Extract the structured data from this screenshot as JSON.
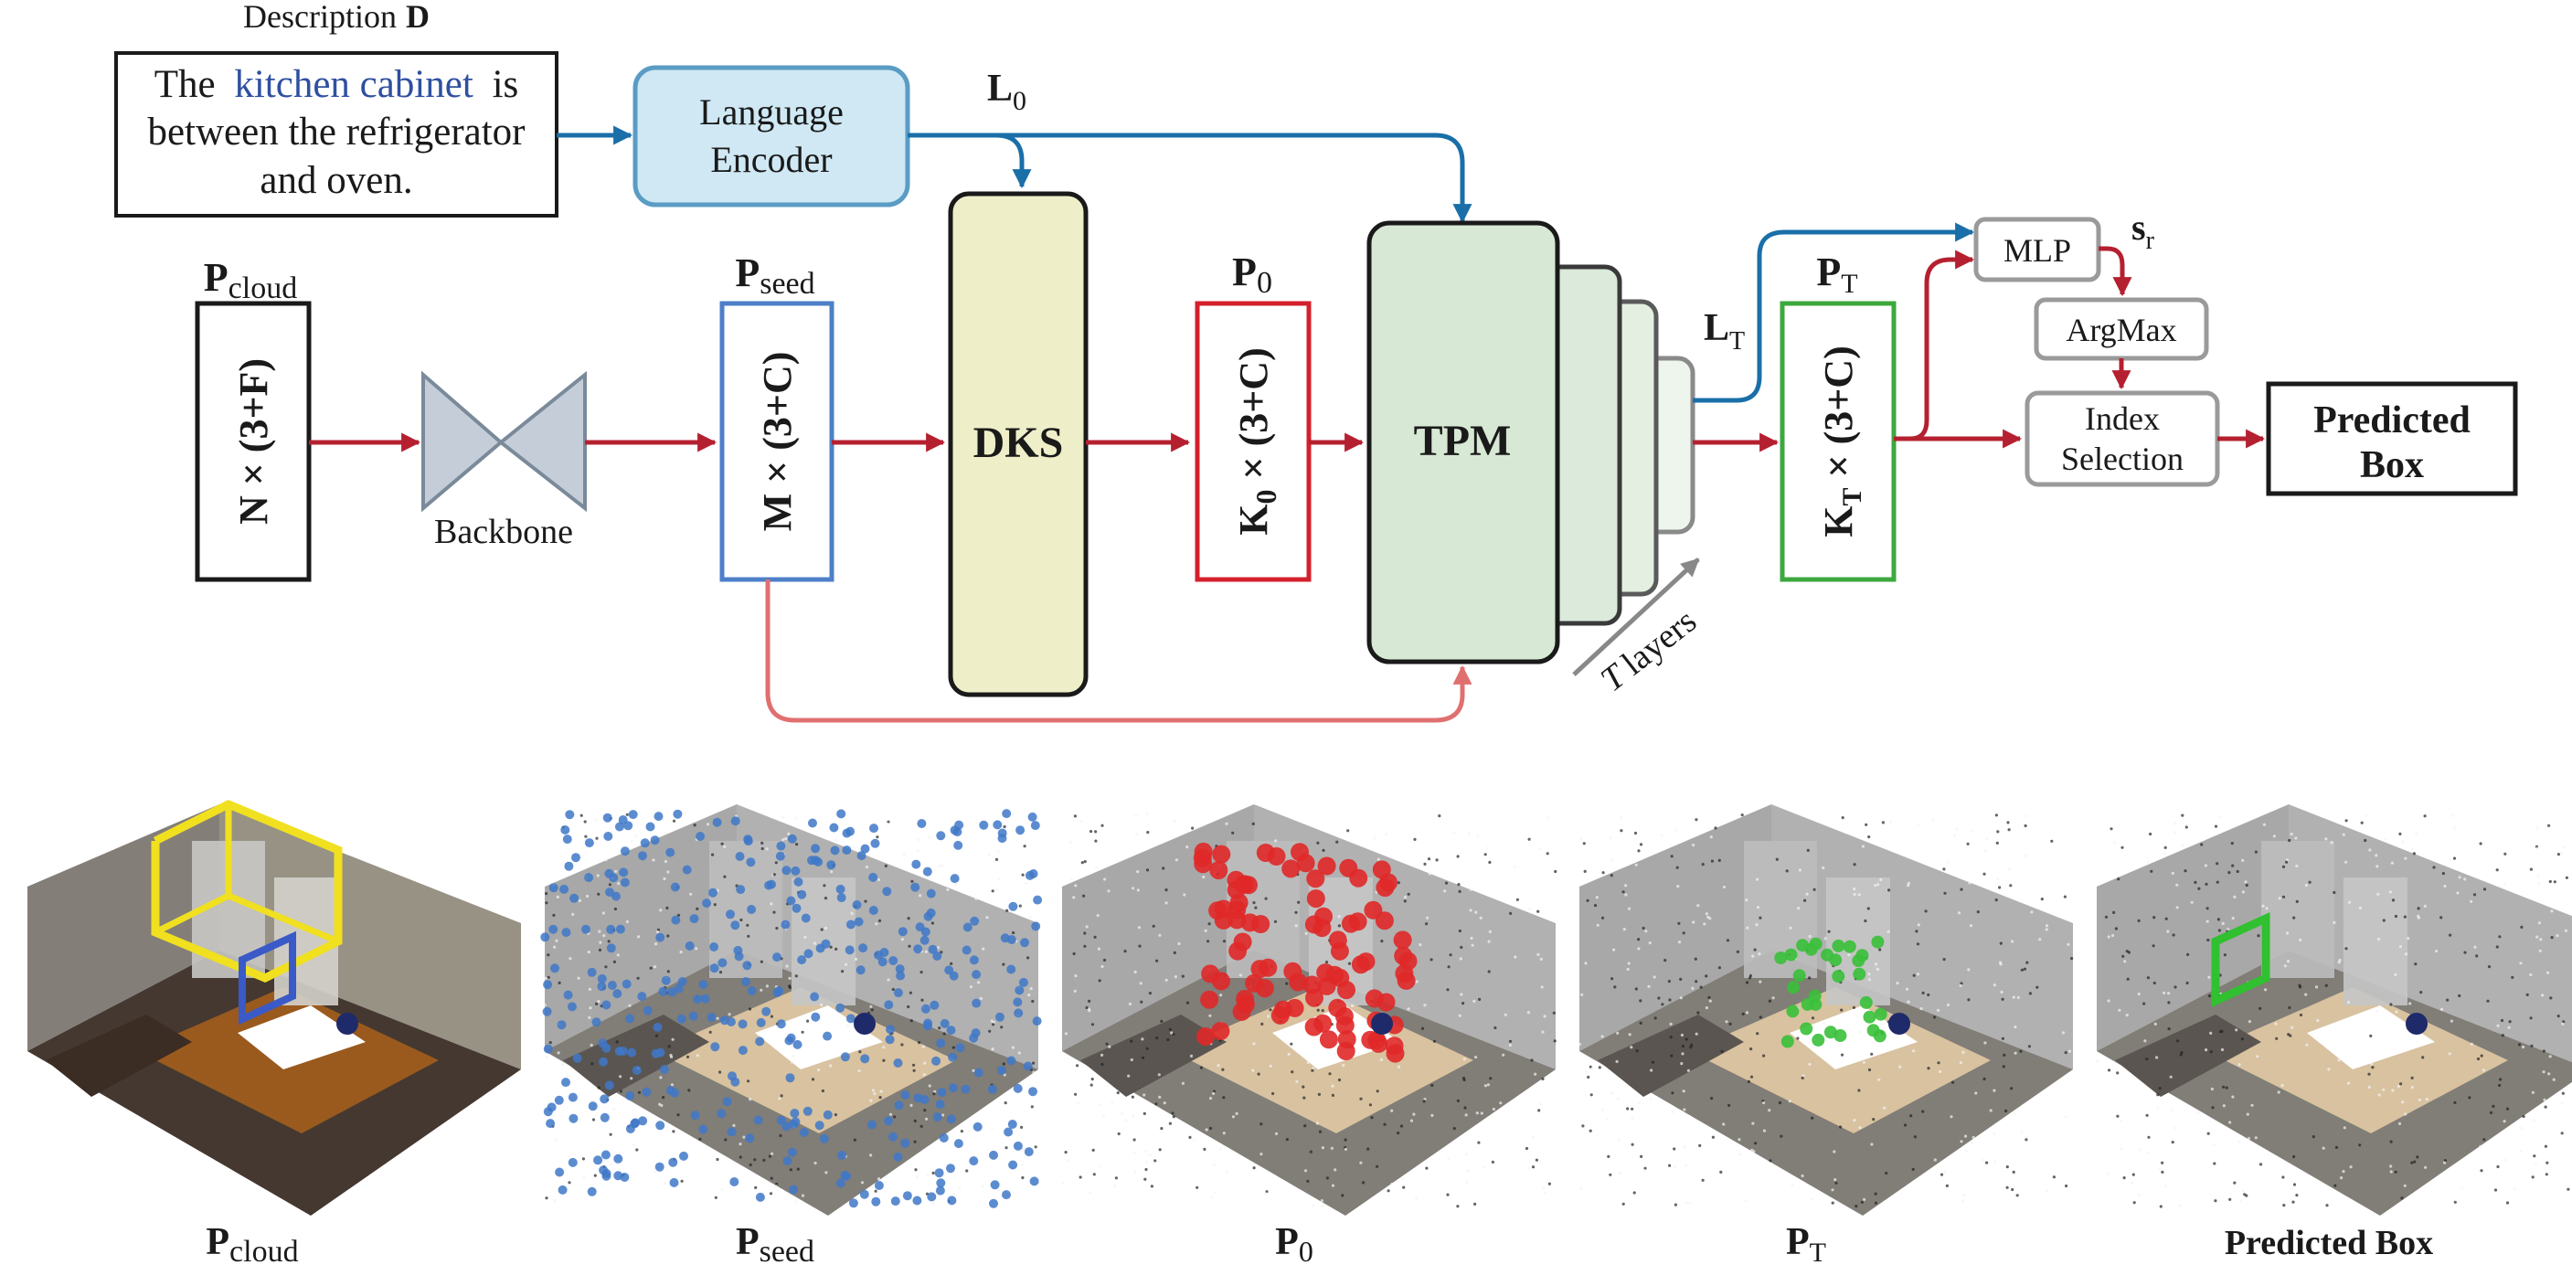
{
  "description": {
    "header_prefix": "Description",
    "header_symbol": "D",
    "line1_prefix": "The",
    "highlight": "kitchen cabinet",
    "line1_suffix": "is",
    "line2": "between the refrigerator",
    "line3": "and oven."
  },
  "modules": {
    "language_encoder_line1": "Language",
    "language_encoder_line2": "Encoder",
    "backbone": "Backbone",
    "dks": "DKS",
    "tpm": "TPM",
    "mlp": "MLP",
    "argmax": "ArgMax",
    "index_selection_line1": "Index",
    "index_selection_line2": "Selection",
    "predicted_box_line1": "Predicted",
    "predicted_box_line2": "Box",
    "t_layers_italic": "T",
    "t_layers": "layers"
  },
  "tensors": {
    "p_cloud": {
      "symbol": "P",
      "sub": "cloud",
      "shape": "N × (3+F)"
    },
    "p_seed": {
      "symbol": "P",
      "sub": "seed",
      "shape": "M × (3+C)"
    },
    "p_0": {
      "symbol": "P",
      "sub": "0",
      "shape_base": "K",
      "shape_sub": "0",
      "shape_rest": " × (3+C)"
    },
    "p_t": {
      "symbol": "P",
      "sub": "T",
      "shape_base": "K",
      "shape_sub": "T",
      "shape_rest": " × (3+C)"
    },
    "l_0": {
      "symbol": "L",
      "sub": "0"
    },
    "l_t": {
      "symbol": "L",
      "sub": "T"
    },
    "s_r": {
      "symbol": "s",
      "sub": "r"
    }
  },
  "captions": [
    {
      "symbol": "P",
      "sub": "cloud"
    },
    {
      "symbol": "P",
      "sub": "seed"
    },
    {
      "symbol": "P",
      "sub": "0"
    },
    {
      "symbol": "P",
      "sub": "T"
    },
    {
      "text": "Predicted Box"
    }
  ],
  "colors": {
    "arrow_red": "#b52030",
    "arrow_light_red": "#e07070",
    "arrow_blue": "#1a6fa8",
    "highlight_blue": "#2f4fa0",
    "encoder_fill": "#cfe8f4",
    "encoder_stroke": "#5a9cc4",
    "dks_fill": "#eeefc9",
    "tpm_fill": "#d7e8d4",
    "seed_stroke": "#4e7fc8",
    "p0_stroke": "#d4202c",
    "pt_stroke": "#3da83d",
    "grey_box": "#9a9a9a",
    "backbone_fill": "#c5ced8",
    "backbone_stroke": "#7a8a9a",
    "cabinet_yellow": "#f0e020",
    "target_blue": "#3a5ac8",
    "point_blue": "#3f78c8",
    "point_red": "#e02828",
    "point_green": "#38c038",
    "box_green": "#30c030"
  }
}
